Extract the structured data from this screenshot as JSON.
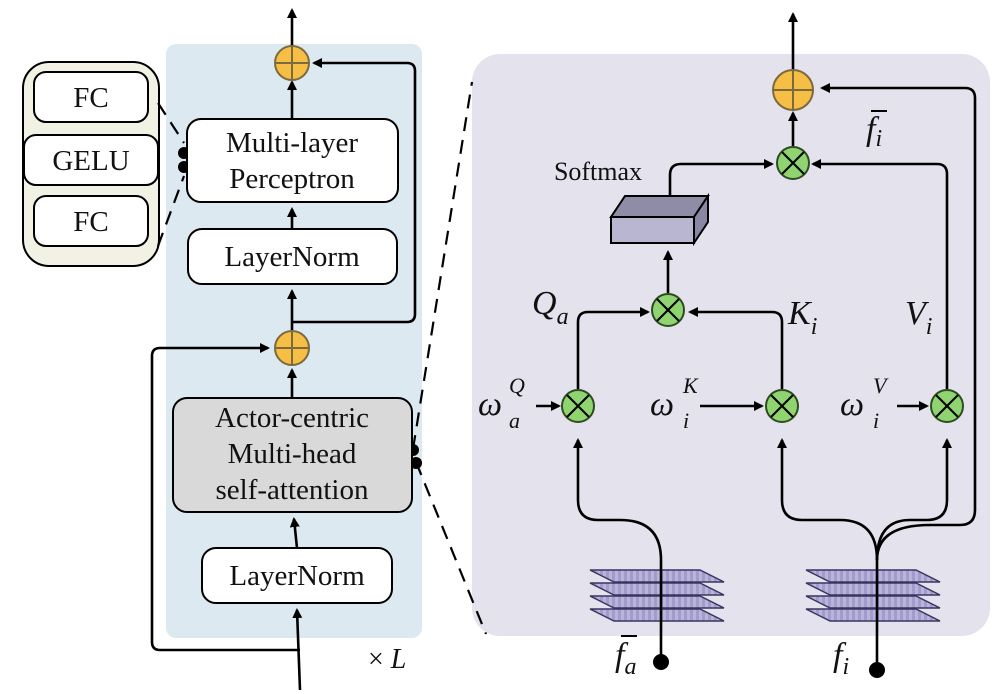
{
  "colors": {
    "encoder_bg": "#dce9f0",
    "attention_bg": "#e4e2ec",
    "mlp_detail_bg": "#f1f2e3",
    "add_node": "#f6be45",
    "mul_node": "#8fd470",
    "attention_box_fill": "#d9d9d9",
    "feature_stack": "#b3b0d9"
  },
  "encoder": {
    "mlp_label_line1": "Multi-layer",
    "mlp_label_line2": "Perceptron",
    "layernorm_top": "LayerNorm",
    "attention_line1": "Actor-centric",
    "attention_line2": "Multi-head",
    "attention_line3": "self-attention",
    "layernorm_bottom": "LayerNorm",
    "repeat_symbol": "×",
    "repeat_var": "L"
  },
  "mlp_detail": {
    "fc_top": "FC",
    "gelu": "GELU",
    "fc_bottom": "FC"
  },
  "attention_detail": {
    "softmax": "Softmax",
    "q_main": "Q",
    "q_sub": "a",
    "k_main": "K",
    "k_sub": "i",
    "v_main": "V",
    "v_sub": "i",
    "wq_main": "ω",
    "wq_sub": "a",
    "wq_sup": "Q",
    "wk_main": "ω",
    "wk_sub": "i",
    "wk_sup": "K",
    "wv_main": "ω",
    "wv_sub": "i",
    "wv_sup": "V",
    "fbar_i_main": "f",
    "fbar_i_sub": "i",
    "fbar_a_main": "f",
    "fbar_a_sub": "a",
    "f_i_main": "f",
    "f_i_sub": "i"
  }
}
